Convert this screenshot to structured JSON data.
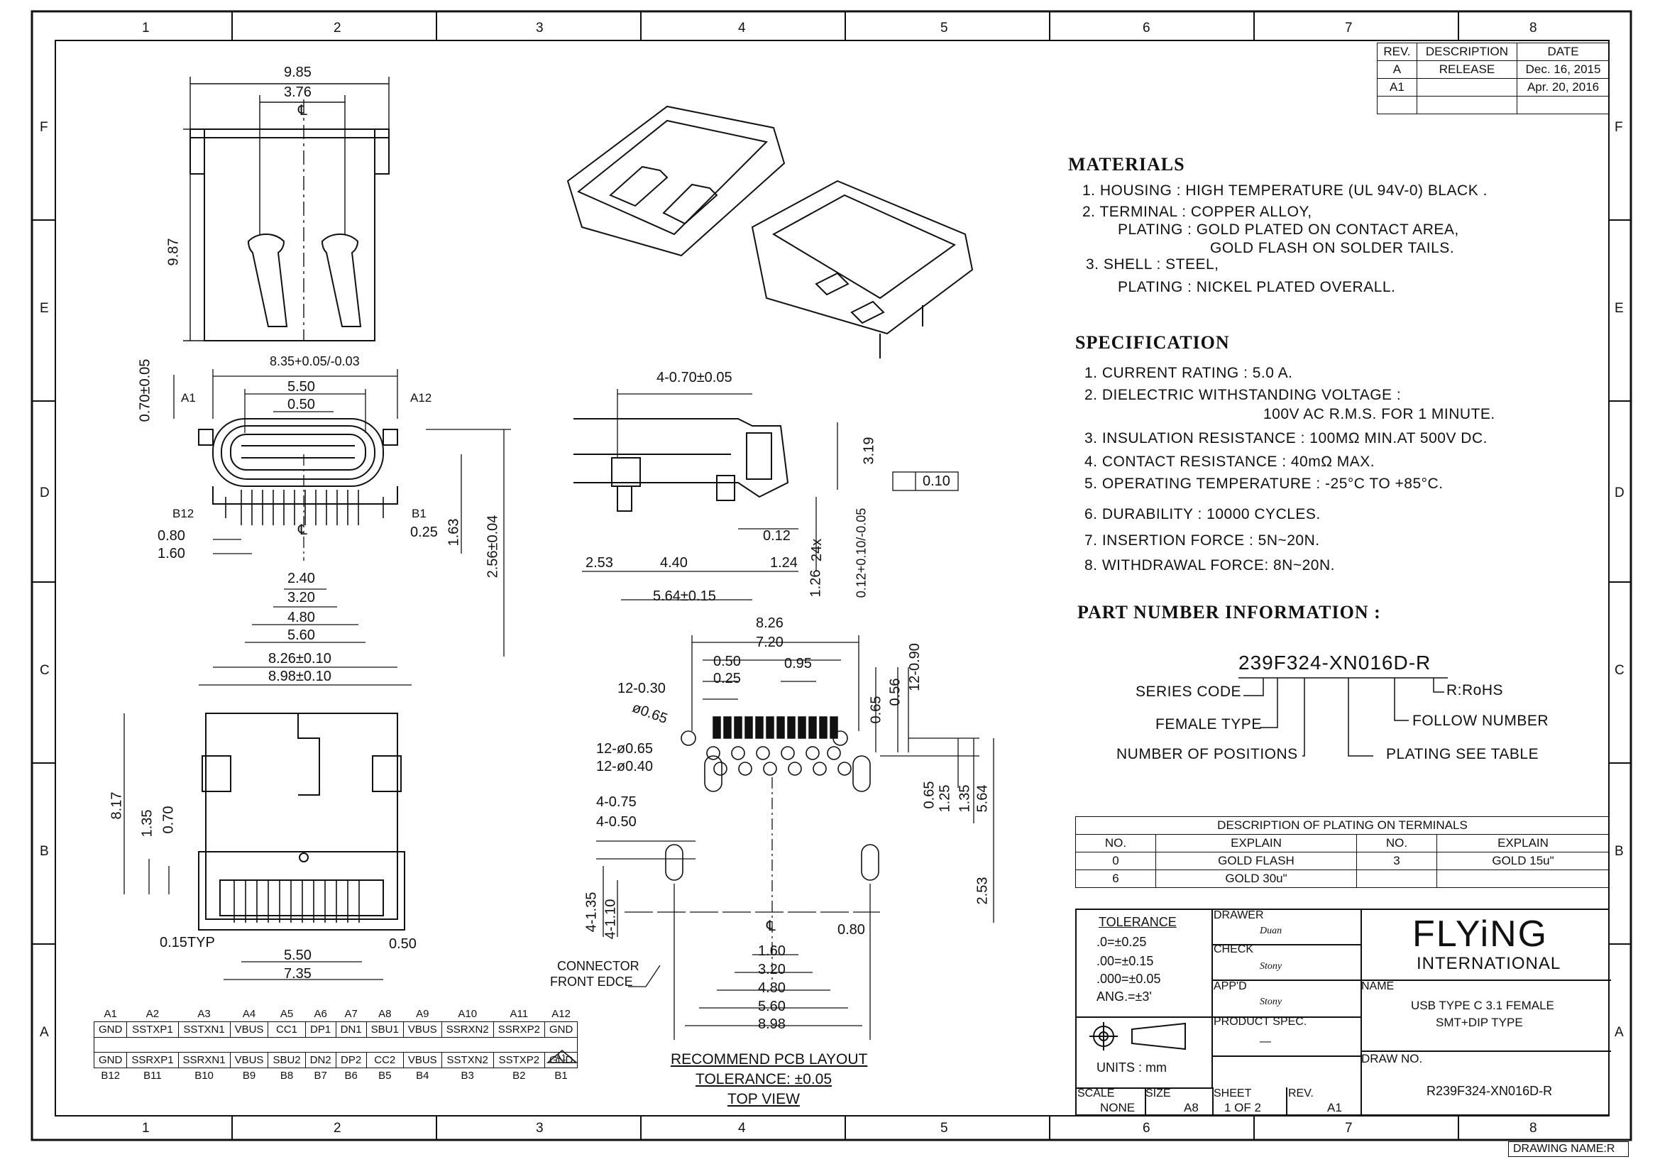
{
  "border": {
    "col_labels": [
      "1",
      "2",
      "3",
      "4",
      "5",
      "6",
      "7",
      "8"
    ],
    "row_labels": [
      "F",
      "E",
      "D",
      "C",
      "B",
      "A"
    ]
  },
  "revisions": {
    "headers": [
      "REV.",
      "DESCRIPTION",
      "DATE"
    ],
    "rows": [
      [
        "A",
        "RELEASE",
        "Dec. 16, 2015"
      ],
      [
        "A1",
        "",
        "Apr. 20, 2016"
      ]
    ]
  },
  "materials": {
    "title": "MATERIALS",
    "lines": [
      "1. HOUSING : HIGH TEMPERATURE (UL 94V-0) BLACK .",
      "2. TERMINAL : COPPER ALLOY,",
      "PLATING : GOLD PLATED ON CONTACT AREA,",
      "GOLD FLASH ON SOLDER TAILS.",
      "3. SHELL : STEEL,",
      "PLATING : NICKEL PLATED OVERALL."
    ]
  },
  "specification": {
    "title": "SPECIFICATION",
    "lines": [
      "1. CURRENT RATING : 5.0 A.",
      "2. DIELECTRIC WITHSTANDING VOLTAGE :",
      "100V AC R.M.S. FOR 1 MINUTE.",
      "3. INSULATION RESISTANCE : 100MΩ MIN.AT 500V DC.",
      "4. CONTACT RESISTANCE : 40mΩ MAX.",
      "5. OPERATING TEMPERATURE : -25°C TO +85°C.",
      "6. DURABILITY : 10000 CYCLES.",
      "7. INSERTION FORCE : 5N~20N.",
      "8. WITHDRAWAL FORCE: 8N~20N."
    ]
  },
  "part_number": {
    "title": "PART NUMBER INFORMATION :",
    "code": "239F324-XN016D-R",
    "labels": {
      "series": "SERIES CODE",
      "female": "FEMALE TYPE",
      "positions": "NUMBER OF POSITIONS",
      "rohs": "R:RoHS",
      "follow": "FOLLOW NUMBER",
      "plating": "PLATING SEE TABLE"
    }
  },
  "plating_table": {
    "title": "DESCRIPTION OF PLATING ON TERMINALS",
    "headers": [
      "NO.",
      "EXPLAIN",
      "NO.",
      "EXPLAIN"
    ],
    "rows": [
      [
        "0",
        "GOLD FLASH",
        "3",
        "GOLD 15u\""
      ],
      [
        "6",
        "GOLD 30u\"",
        "",
        ""
      ]
    ]
  },
  "title_block": {
    "tolerance_title": "TOLERANCE",
    "tolerances": [
      ".0=±0.25",
      ".00=±0.15",
      ".000=±0.05",
      "ANG.=±3'"
    ],
    "drawer_label": "DRAWER",
    "drawer": "Duan",
    "check_label": "CHECK",
    "check": "Stony",
    "appd_label": "APP'D",
    "appd": "Stony",
    "product_spec_label": "PRODUCT SPEC.",
    "product_spec": "—",
    "units": "UNITS : mm",
    "company_main": "FLYiNG",
    "company_sub": "INTERNATIONAL",
    "name_label": "NAME",
    "name_line1": "USB TYPE C 3.1 FEMALE",
    "name_line2": "SMT+DIP TYPE",
    "drawno_label": "DRAW NO.",
    "drawno": "R239F324-XN016D-R",
    "scale_label": "SCALE",
    "scale": "NONE",
    "size_label": "SIZE",
    "size": "A8",
    "sheet_label": "SHEET",
    "sheet": "1 OF 2",
    "rev_label": "REV.",
    "rev": "A1",
    "drawing_name": "DRAWING NAME:R"
  },
  "pin_table": {
    "top_labels": [
      "A1",
      "A2",
      "A3",
      "A4",
      "A5",
      "A6",
      "A7",
      "A8",
      "A9",
      "A10",
      "A11",
      "A12"
    ],
    "top_signals": [
      "GND",
      "SSTXP1",
      "SSTXN1",
      "VBUS",
      "CC1",
      "DP1",
      "DN1",
      "SBU1",
      "VBUS",
      "SSRXN2",
      "SSRXP2",
      "GND"
    ],
    "bottom_signals": [
      "GND",
      "SSRXP1",
      "SSRXN1",
      "VBUS",
      "SBU2",
      "DN2",
      "DP2",
      "CC2",
      "VBUS",
      "SSTXN2",
      "SSTXP2",
      "GND"
    ],
    "bottom_labels": [
      "B12",
      "B11",
      "B10",
      "B9",
      "B8",
      "B7",
      "B6",
      "B5",
      "B4",
      "B3",
      "B2",
      "B1"
    ],
    "rev_flag": "A1"
  },
  "pcb_layout": {
    "title": "RECOMMEND PCB LAYOUT",
    "tolerance": "TOLERANCE: ±0.05",
    "view": "TOP VIEW",
    "connector_note_1": "CONNECTOR",
    "connector_note_2": "FRONT EDCE"
  },
  "dimensions": {
    "top_view": [
      "9.85",
      "3.76",
      "℄",
      "9.87"
    ],
    "front_view": [
      "8.35+0.05/-0.03",
      "5.50",
      "0.50",
      "A1",
      "A12",
      "0.70±0.05",
      "B12",
      "B1",
      "0.80",
      "1.60",
      "℄",
      "0.25",
      "1.63",
      "2.56±0.04",
      "2.40",
      "3.20",
      "4.80",
      "5.60",
      "8.26±0.10",
      "8.98±0.10"
    ],
    "side_view": [
      "4-0.70±0.05",
      "3.19",
      "0.10",
      "0.12",
      "24x",
      "0.12+0.10/-0.05",
      "2.53",
      "4.40",
      "1.24",
      "1.26",
      "5.64±0.15"
    ],
    "bottom_view": [
      "8.17",
      "1.35",
      "0.70",
      "0.15TYP",
      "5.50",
      "0.50",
      "7.35"
    ],
    "pcb": [
      "8.26",
      "7.20",
      "0.50",
      "0.95",
      "0.25",
      "12-0.30",
      "ø0.65",
      "12-ø0.65",
      "12-ø0.40",
      "0.65",
      "0.56",
      "12-0.90",
      "4-0.75",
      "4-0.50",
      "0.65",
      "1.25",
      "1.35",
      "5.64",
      "2.53",
      "4-1.35",
      "4-1.10",
      "℄",
      "0.80",
      "1.60",
      "3.20",
      "4.80",
      "5.60",
      "8.98"
    ]
  }
}
